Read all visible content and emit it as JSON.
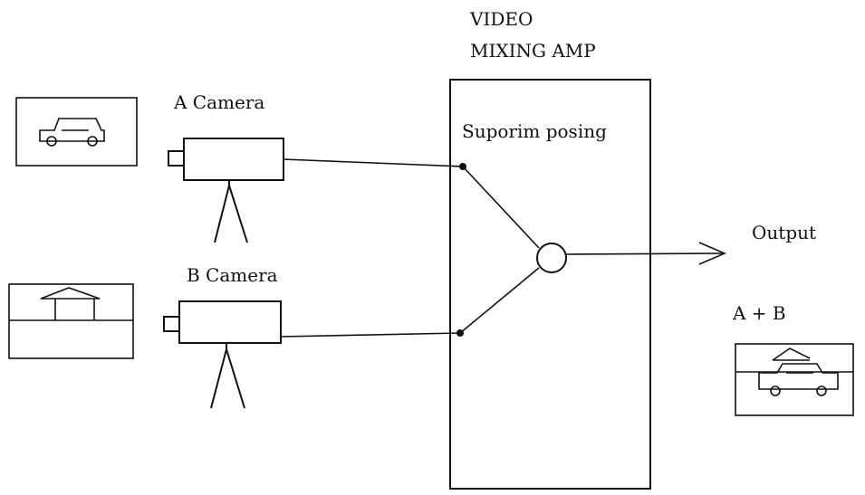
{
  "amp": {
    "title_line1": "VIDEO",
    "title_line2": "MIXING AMP",
    "function_label": "Suporim posing"
  },
  "camera_a": {
    "label": "A Camera",
    "scene": "car-scene"
  },
  "camera_b": {
    "label": "B Camera",
    "scene": "house-scene"
  },
  "output": {
    "label": "Output",
    "result_label": "A + B",
    "scene": "car-and-house-composite-scene"
  },
  "icons": {
    "camera": "video-camera-on-tripod-icon",
    "junction": "summing-junction-icon",
    "arrow": "output-arrow-icon"
  }
}
